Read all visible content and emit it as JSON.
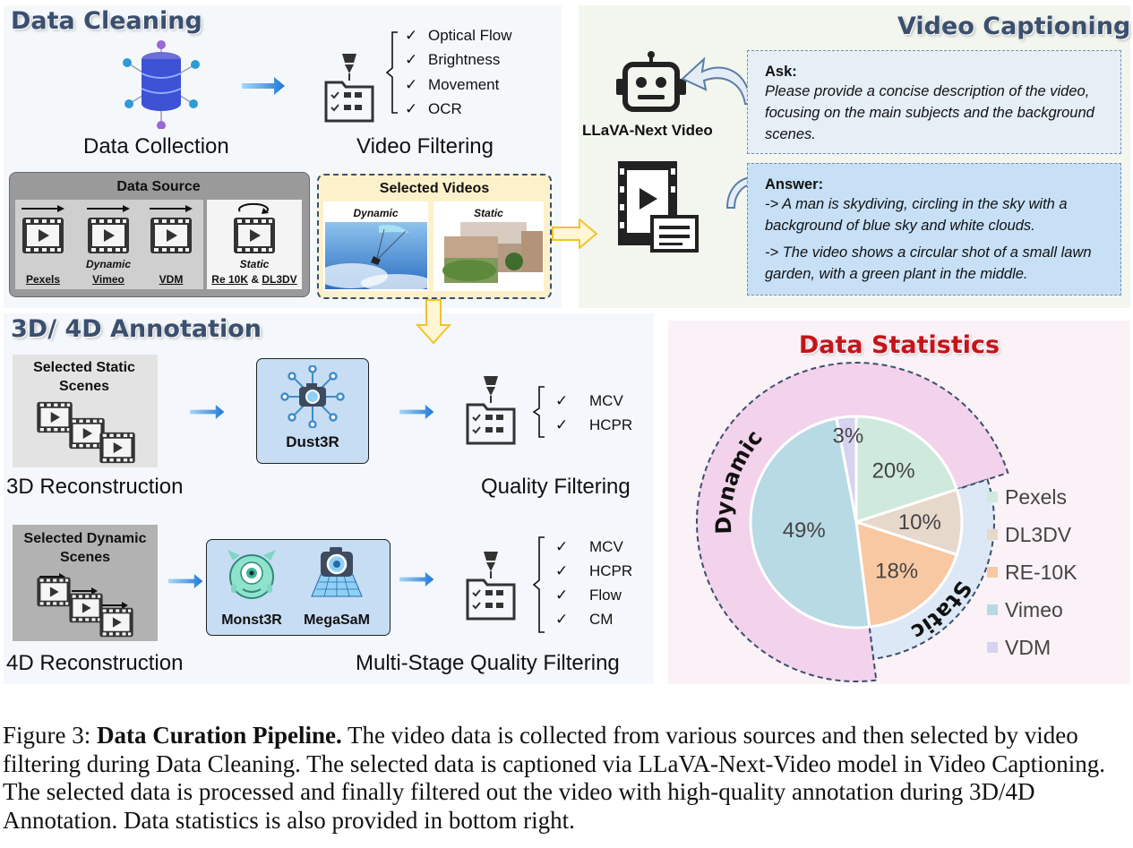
{
  "data_cleaning": {
    "title": "Data Cleaning",
    "collection_label": "Data Collection",
    "filtering_label": "Video Filtering",
    "filters": [
      "Optical Flow",
      "Brightness",
      "Movement",
      "OCR"
    ],
    "data_source": {
      "title": "Data Source",
      "dynamic_label": "Dynamic",
      "static_label": "Static",
      "sources": [
        "Pexels",
        "Vimeo",
        "VDM"
      ],
      "static_sources": {
        "a": "Re 10K",
        "amp": "&",
        "b": "DL3DV"
      }
    },
    "selected_videos": {
      "title": "Selected Videos",
      "dynamic": "Dynamic",
      "static": "Static"
    }
  },
  "video_captioning": {
    "title": "Video Captioning",
    "model": "LLaVA-Next Video",
    "ask_title": "Ask:",
    "ask_text": "Please provide a concise description of the video, focusing on the main subjects and the background scenes.",
    "answer_title": "Answer:",
    "answers": [
      "-> A man is skydiving, circling in the sky with a background of blue sky and white clouds.",
      "-> The video shows a circular shot of a small lawn garden, with a green plant in the middle."
    ]
  },
  "annotation": {
    "title": "3D/ 4D Annotation",
    "static_scenes": "Selected Static Scenes",
    "dynamic_scenes": "Selected Dynamic Scenes",
    "dust3r": "Dust3R",
    "monst3r": "Monst3R",
    "megasam": "MegaSaM",
    "recon3d": "3D Reconstruction",
    "recon4d": "4D Reconstruction",
    "quality": "Quality Filtering",
    "multi_quality": "Multi-Stage Quality Filtering",
    "filters3d": [
      "MCV",
      "HCPR"
    ],
    "filters4d": [
      "MCV",
      "HCPR",
      "Flow",
      "CM"
    ]
  },
  "chart_data": {
    "type": "pie",
    "title": "Data Statistics",
    "categories": [
      "Pexels",
      "DL3DV",
      "RE-10K",
      "Vimeo",
      "VDM"
    ],
    "values": [
      20,
      10,
      18,
      49,
      3
    ],
    "labels": [
      "20%",
      "10%",
      "18%",
      "49%",
      "3%"
    ],
    "colors": [
      "#cfe9dd",
      "#e7d8cc",
      "#f8c8a2",
      "#b7dae4",
      "#d6d3f0"
    ],
    "outer_groups": [
      {
        "name": "Dynamic",
        "members": [
          "Pexels",
          "Vimeo",
          "VDM"
        ],
        "color": "#f3d2eb"
      },
      {
        "name": "Static",
        "members": [
          "DL3DV",
          "RE-10K"
        ],
        "color": "#dce8f5"
      }
    ],
    "legend_position": "right"
  },
  "caption": {
    "prefix": "Figure 3: ",
    "bold": "Data Curation Pipeline.",
    "text": " The video data is collected from various sources and then selected by video filtering during Data Cleaning. The selected data is captioned via LLaVA-Next-Video model in Video Captioning. The selected data is processed and finally filtered out the video with high-quality annotation during 3D/4D Annotation. Data statistics is also provided in bottom right."
  }
}
